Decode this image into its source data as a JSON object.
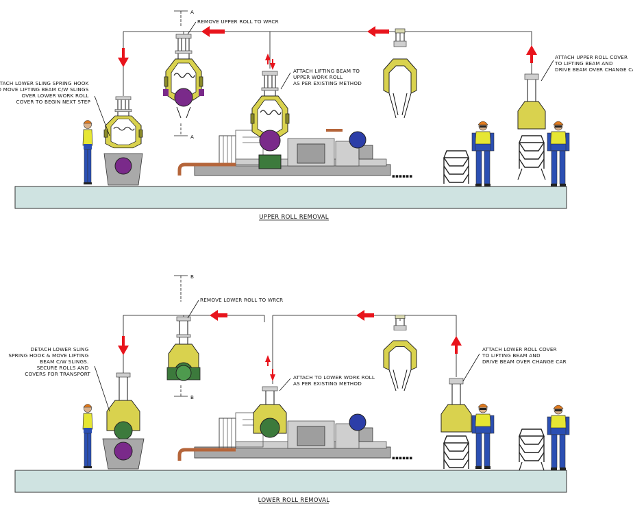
{
  "upper_panel": {
    "title": "UPPER ROLL REMOVAL",
    "section_label_top": "A",
    "section_label_bottom": "A",
    "callouts": {
      "remove_roll": "REMOVE UPPER ROLL TO WRCR",
      "attach_beam": [
        "ATTACH LIFTING BEAM TO",
        "UPPER WORK ROLL",
        "AS PER EXISTING METHOD"
      ],
      "detach_sling": [
        "DETACH LOWER SLING SPRING HOOK",
        "AND MOVE LIFTING BEAM C/W SLINGS",
        "OVER LOWER WORK ROLL",
        "COVER TO BEGIN NEXT STEP"
      ],
      "attach_cover": [
        "ATTACH UPPER ROLL COVER",
        "TO LIFTING BEAM AND",
        "DRIVE BEAM OVER CHANGE CAR"
      ]
    }
  },
  "lower_panel": {
    "title": "LOWER ROLL REMOVAL",
    "section_label_top": "B",
    "section_label_bottom": "B",
    "callouts": {
      "remove_roll": "REMOVE LOWER ROLL TO WRCR",
      "attach_beam": [
        "ATTACH TO LOWER WORK ROLL",
        "AS PER EXISTING METHOD"
      ],
      "detach_sling": [
        "DETACH LOWER SLING",
        "SPRING HOOK & MOVE LIFTING",
        "BEAM C/W SLINGS.",
        "SECURE ROLLS AND",
        "COVERS FOR TRANSPORT"
      ],
      "attach_cover": [
        "ATTACH LOWER ROLL COVER",
        "TO LIFTING BEAM AND",
        "DRIVE BEAM OVER CHANGE CAR"
      ]
    }
  },
  "colors": {
    "frame_yellow": "#d9d24e",
    "roll_purple": "#7a2a8a",
    "roll_green": "#3c7a3c",
    "arrow_red": "#e8141c",
    "floor": "#cfe3e1",
    "motor_blue": "#2c3ea8",
    "hose_brown": "#b5653a",
    "worker_shirt": "#e6e633",
    "worker_pants": "#2b4fb3",
    "helmet_orange": "#e07a1e"
  },
  "icons": [
    "arrow-down-icon",
    "arrow-up-icon",
    "arrow-left-icon",
    "worker-icon",
    "lifting-beam-icon",
    "roll-cover-icon",
    "motor-icon"
  ]
}
